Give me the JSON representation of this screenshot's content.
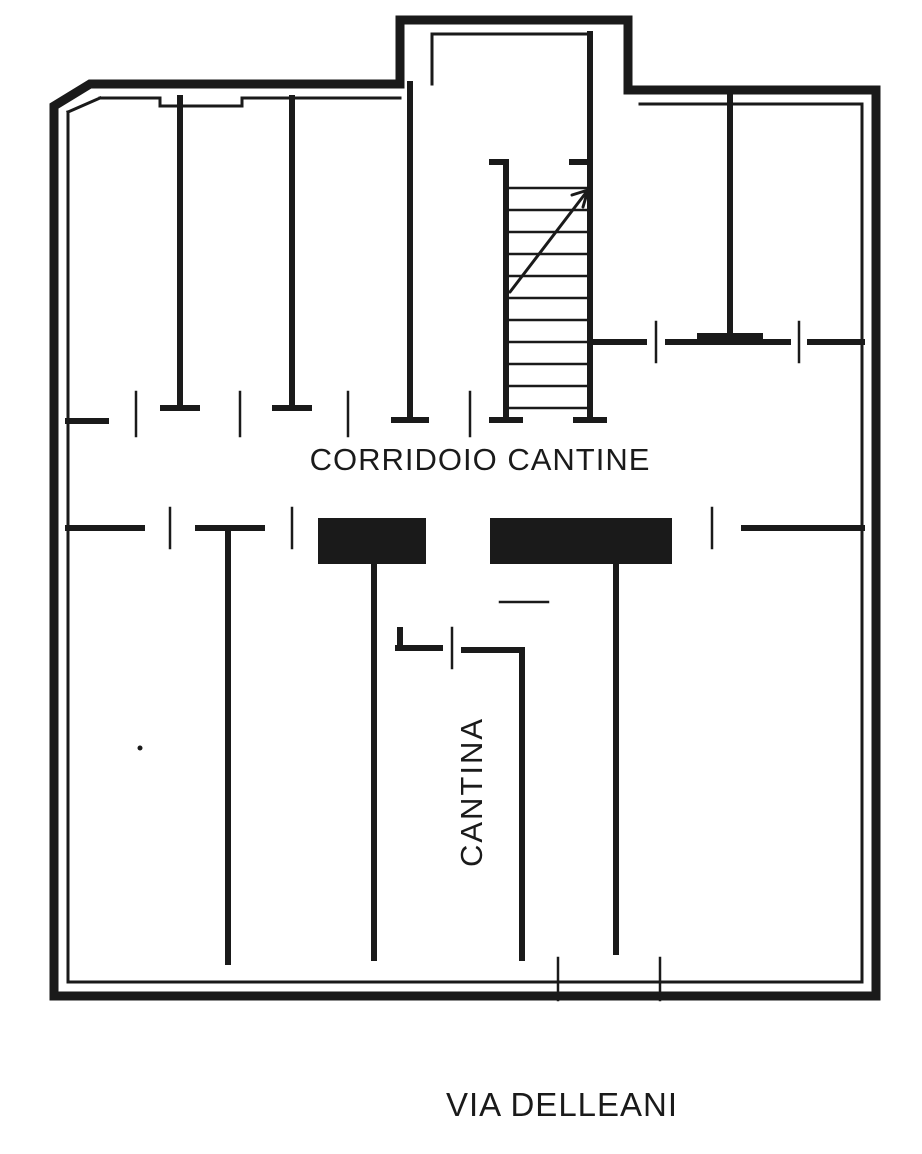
{
  "floor_plan": {
    "corridor_label": "CORRIDOIO CANTINE",
    "room_label": "CANTINA",
    "street_label": "VIA DELLEANI",
    "ink_color": "#1a1a1a",
    "background_color": "#ffffff"
  }
}
